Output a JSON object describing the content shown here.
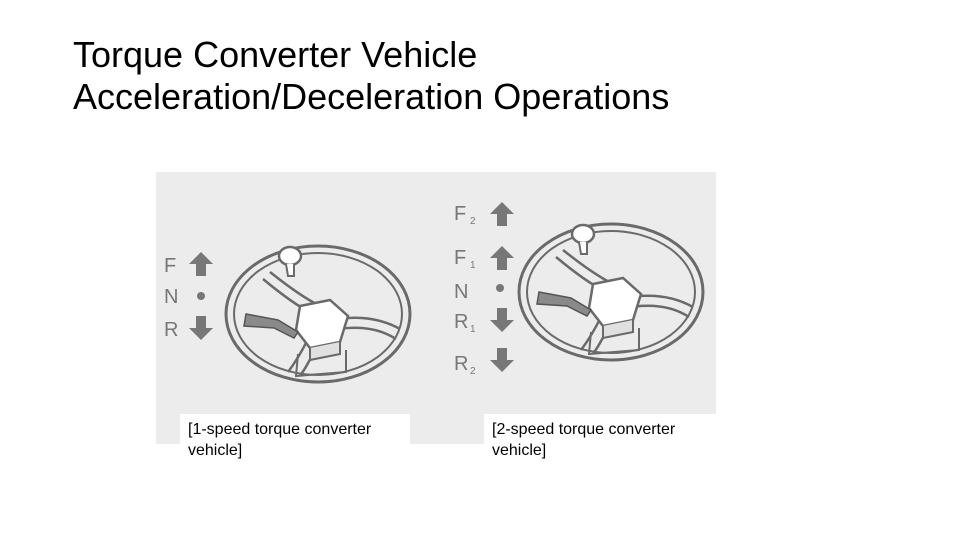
{
  "slide": {
    "title_line1": "Torque Converter Vehicle",
    "title_line2": "Acceleration/Deceleration Operations"
  },
  "figure1": {
    "labels": {
      "forward": "F",
      "neutral": "N",
      "reverse": "R"
    },
    "caption_line1": "[1-speed torque converter",
    "caption_line2": "vehicle]"
  },
  "figure2": {
    "labels": {
      "forward2": "F",
      "forward2_sub": "2",
      "forward1": "F",
      "forward1_sub": "1",
      "neutral": "N",
      "reverse1": "R",
      "reverse1_sub": "1",
      "reverse2": "R",
      "reverse2_sub": "2"
    },
    "caption_line1": "[2-speed torque converter",
    "caption_line2": "vehicle]"
  },
  "colors": {
    "figure_background": "#ececec",
    "line_art": "#6a6a6a",
    "arrow": "#777777"
  },
  "icons": [
    "steering-wheel-icon",
    "up-arrow-icon",
    "down-arrow-icon",
    "neutral-dot-icon",
    "shift-lever-icon"
  ]
}
